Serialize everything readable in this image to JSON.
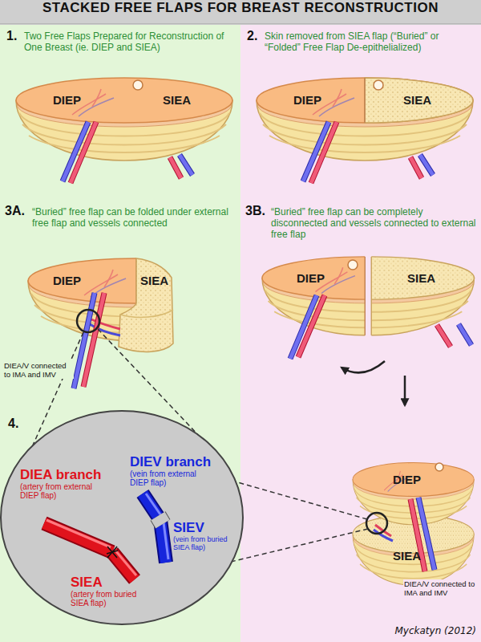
{
  "diagram": {
    "title": "STACKED FREE FLAPS FOR BREAST RECONSTRUCTION",
    "nodes": [
      {
        "text": [
          "4.",
          "DIEA branch",
          "(artery from external DIEP flap)",
          "DIEV branch",
          "(vein from external DIEP flap)",
          "SIEV",
          "(vein from buried SIEA flap)",
          "SIEA",
          "(artery from buried SIEA flap)"
        ]
      }
    ],
    "labels": [
      "1.",
      "Two Free Flaps Prepared for Reconstruction of One Breast (ie. DIEP and SIEA)",
      "2.",
      "Skin removed from SIEA flap (“Buried” or “Folded” Free Flap De-epithelialized)",
      "DIEP",
      "SIEA",
      "DIEP",
      "SIEA",
      "3A.",
      "“Buried” free flap can be folded under external free flap and vessels connected",
      "3B.",
      "“Buried” free flap can be completely disconnected and vessels connected to external free flap",
      "DIEP",
      "SIEA",
      "DIEP",
      "SIEA",
      "DIEA/V connected to IMA and IMV",
      "DIEP",
      "SIEA",
      "DIEA/V connected to IMA and IMV",
      "Myckatyn (2012)"
    ]
  }
}
